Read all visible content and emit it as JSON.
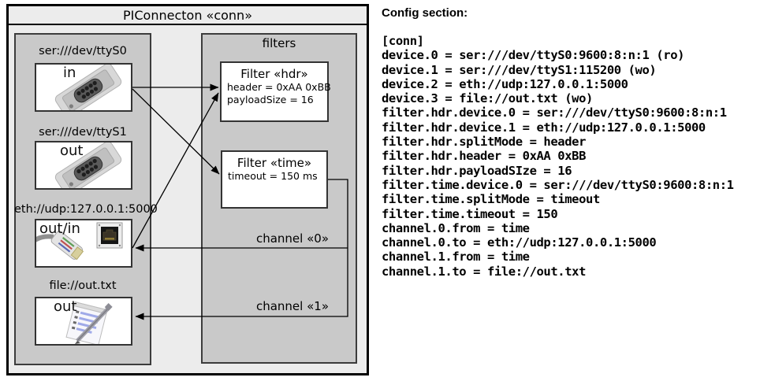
{
  "diagram": {
    "title": "PIConnecton «conn»",
    "filters_title": "filters",
    "devices": [
      {
        "label": "ser:///dev/ttyS0",
        "port": "in",
        "icon": "serial-connector-icon"
      },
      {
        "label": "ser:///dev/ttyS1",
        "port": "out",
        "icon": "serial-connector-icon"
      },
      {
        "label": "eth://udp:127.0.0.1:5000",
        "port": "out/in",
        "icon": "ethernet-connector-icon"
      },
      {
        "label": "file://out.txt",
        "port": "out",
        "icon": "notepad-icon"
      }
    ],
    "filters": [
      {
        "title": "Filter «hdr»",
        "attributes": [
          "header = 0xAA 0xBB",
          "payloadSize = 16"
        ]
      },
      {
        "title": "Filter «time»",
        "attributes": [
          "timeout = 150 ms"
        ]
      }
    ],
    "channels": [
      {
        "label": "channel «0»"
      },
      {
        "label": "channel «1»"
      }
    ]
  },
  "config": {
    "title": "Config section:",
    "lines": [
      "[conn]",
      "device.0 = ser:///dev/ttyS0:9600:8:n:1 (ro)",
      "device.1 = ser:///dev/ttyS1:115200 (wo)",
      "device.2 = eth://udp:127.0.0.1:5000",
      "device.3 = file://out.txt (wo)",
      "filter.hdr.device.0 = ser:///dev/ttyS0:9600:8:n:1",
      "filter.hdr.device.1 = eth://udp:127.0.0.1:5000",
      "filter.hdr.splitMode = header",
      "filter.hdr.header = 0xAA 0xBB",
      "filter.hdr.payloadSIze = 16",
      "filter.time.device.0 = ser:///dev/ttyS0:9600:8:n:1",
      "filter.time.splitMode = timeout",
      "filter.time.timeout = 150",
      "channel.0.from = time",
      "channel.0.to = eth://udp:127.0.0.1:5000",
      "channel.1.from = time",
      "channel.1.to = file://out.txt"
    ]
  },
  "colors": {
    "frame_border": "#000000",
    "outer_bg": "#ececec",
    "group_bg": "#c9c9c9",
    "group_border": "#3c3c3c",
    "box_bg": "#ffffff",
    "box_border": "#333333"
  }
}
